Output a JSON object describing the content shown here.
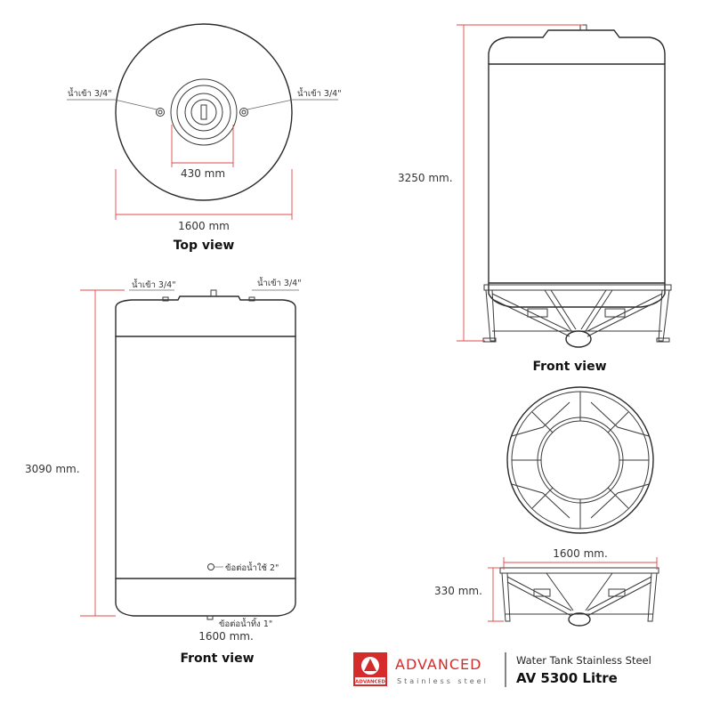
{
  "top_view": {
    "caption": "Top view",
    "inlet_left": "น้ำเข้า 3/4\"",
    "inlet_right": "น้ำเข้า 3/4\"",
    "lid_diameter": "430 mm",
    "tank_diameter": "1600 mm"
  },
  "front_view_tank": {
    "caption": "Front view",
    "inlet_left": "น้ำเข้า 3/4\"",
    "inlet_right": "น้ำเข้า 3/4\"",
    "height": "3090 mm.",
    "width": "1600 mm.",
    "outlet_use": "ข้อต่อน้ำใช้ 2\"",
    "outlet_drain": "ข้อต่อน้ำทิ้ง 1\""
  },
  "front_view_stand": {
    "caption": "Front view",
    "height": "3250 mm."
  },
  "stand_detail": {
    "width": "1600 mm.",
    "height": "330 mm."
  },
  "brand": {
    "name": "ADVANCED",
    "subtitle": "Stainless   steel",
    "logo_text": "ADVANCED",
    "product_line": "Water Tank Stainless Steel",
    "model": "AV 5300 Litre",
    "accent_color": "#d52b2b"
  }
}
